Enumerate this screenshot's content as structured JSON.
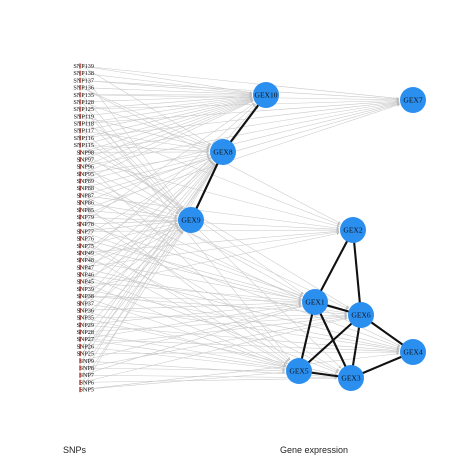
{
  "labels": {
    "left_axis": "SNPs",
    "right_axis": "Gene expression"
  },
  "colors": {
    "gene_node": "#2b8ff0",
    "snp_marker": "#c0392b",
    "snp_edge": "#c9c9c9",
    "gene_edge": "#111111"
  },
  "snps": [
    "SNP139",
    "SNP138",
    "SNP137",
    "SNP136",
    "SNP135",
    "SNP128",
    "SNP125",
    "SNP119",
    "SNP118",
    "SNP117",
    "SNP116",
    "SNP115",
    "SNP98",
    "SNP97",
    "SNP96",
    "SNP95",
    "SNP89",
    "SNP88",
    "SNP87",
    "SNP86",
    "SNP85",
    "SNP79",
    "SNP78",
    "SNP77",
    "SNP76",
    "SNP75",
    "SNP49",
    "SNP48",
    "SNP47",
    "SNP46",
    "SNP45",
    "SNP39",
    "SNP38",
    "SNP37",
    "SNP36",
    "SNP35",
    "SNP29",
    "SNP28",
    "SNP27",
    "SNP26",
    "SNP25",
    "SNP9",
    "SNP8",
    "SNP7",
    "SNP6",
    "SNP5"
  ],
  "genes": [
    "GEX10",
    "GEX7",
    "GEX8",
    "GEX9",
    "GEX2",
    "GEX1",
    "GEX6",
    "GEX4",
    "GEX5",
    "GEX3"
  ],
  "gene_edges": [
    {
      "from": "GEX10",
      "to": "GEX8"
    },
    {
      "from": "GEX8",
      "to": "GEX9"
    },
    {
      "from": "GEX2",
      "to": "GEX1"
    },
    {
      "from": "GEX2",
      "to": "GEX6"
    },
    {
      "from": "GEX1",
      "to": "GEX6"
    },
    {
      "from": "GEX1",
      "to": "GEX5"
    },
    {
      "from": "GEX1",
      "to": "GEX3"
    },
    {
      "from": "GEX6",
      "to": "GEX5"
    },
    {
      "from": "GEX6",
      "to": "GEX3"
    },
    {
      "from": "GEX6",
      "to": "GEX4"
    },
    {
      "from": "GEX5",
      "to": "GEX3"
    },
    {
      "from": "GEX3",
      "to": "GEX4"
    }
  ],
  "snp_edges": {
    "GEX10": [
      0,
      1,
      2,
      3,
      4,
      5,
      6,
      7,
      8,
      9,
      10,
      11,
      12,
      13,
      14,
      15,
      16,
      22,
      27,
      33,
      40
    ],
    "GEX7": [
      0,
      2,
      4,
      6,
      8,
      10,
      12,
      14,
      16,
      18,
      20
    ],
    "GEX8": [
      0,
      3,
      5,
      7,
      9,
      11,
      12,
      15,
      17,
      19,
      21,
      24,
      26,
      29,
      31,
      34,
      36,
      39,
      41,
      43,
      45
    ],
    "GEX9": [
      1,
      4,
      6,
      9,
      12,
      14,
      17,
      19,
      20,
      22,
      23,
      25,
      27,
      28,
      30,
      33,
      35,
      37,
      40,
      42,
      44
    ],
    "GEX2": [
      3,
      8,
      13,
      18,
      21,
      23,
      26,
      28,
      31
    ],
    "GEX1": [
      10,
      15,
      20,
      24,
      27,
      30,
      32,
      34,
      36,
      38,
      41,
      43
    ],
    "GEX6": [
      11,
      16,
      22,
      25,
      29,
      32,
      35,
      37,
      39,
      42,
      44
    ],
    "GEX4": [
      18,
      23,
      28,
      31,
      33,
      36,
      38,
      40,
      45
    ],
    "GEX5": [
      5,
      13,
      19,
      24,
      26,
      30,
      32,
      34,
      39,
      42,
      45
    ],
    "GEX3": [
      7,
      21,
      25,
      29,
      35,
      37,
      38,
      41,
      43,
      44
    ]
  }
}
